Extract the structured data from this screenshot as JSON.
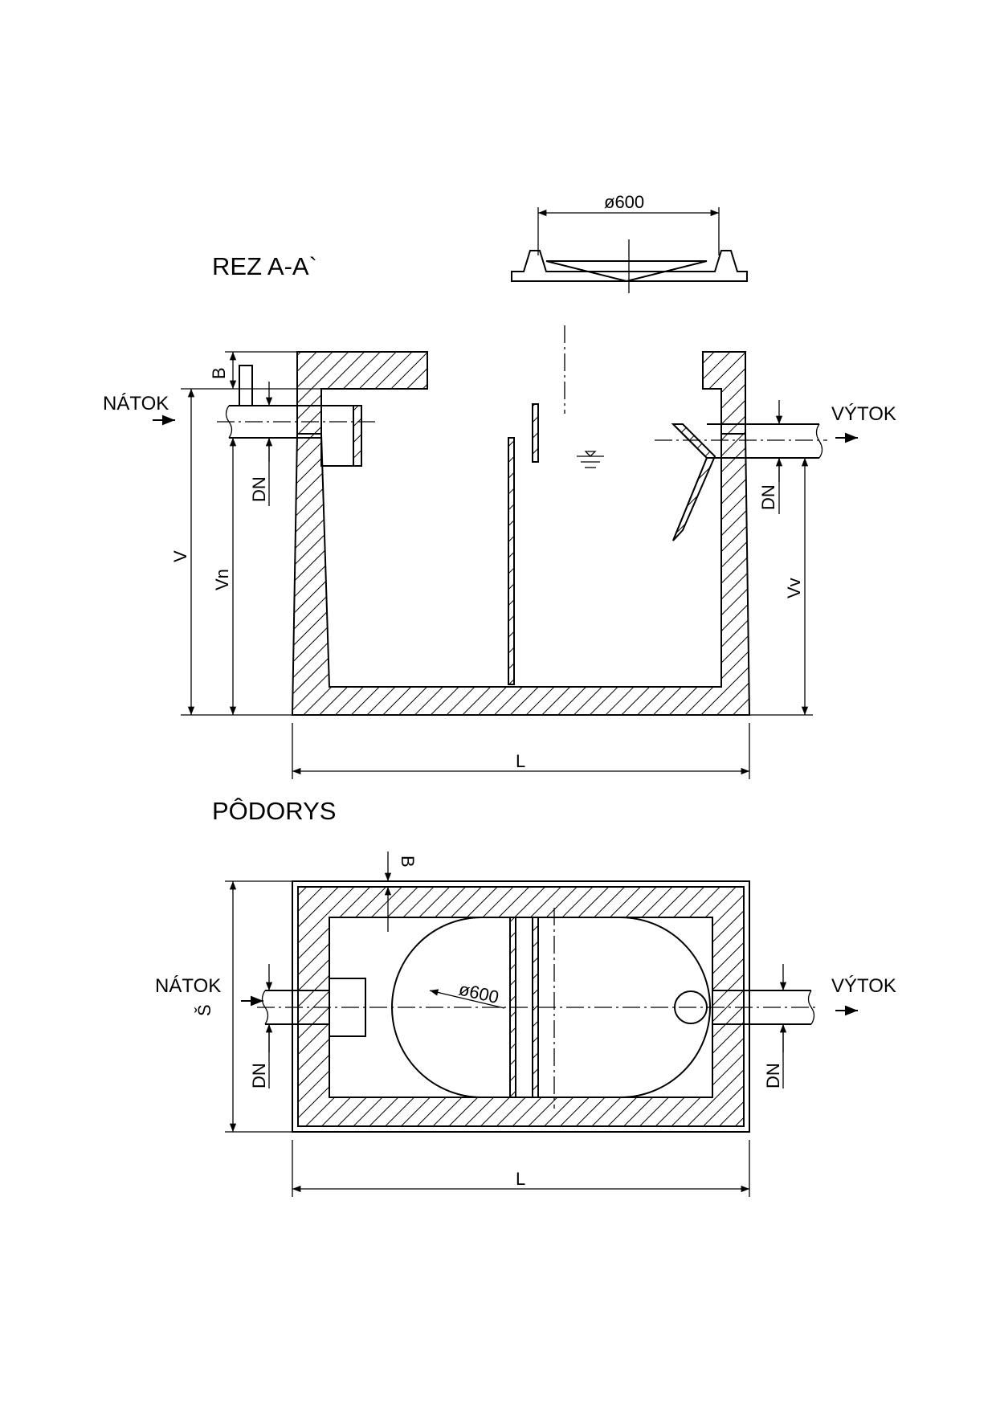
{
  "section": {
    "title": "REZ  A-A`",
    "cover_dim": "ø600",
    "inflow": "NÁTOK",
    "outflow": "VÝTOK",
    "b": "B",
    "dn_in": "DN",
    "dn_out": "DN",
    "v": "V",
    "vn": "Vn",
    "vv": "Vv",
    "length": "L"
  },
  "plan": {
    "title": "PÔDORYS",
    "inflow": "NÁTOK",
    "outflow": "VÝTOK",
    "b": "B",
    "s": "Š",
    "dn_in": "DN",
    "dn_out": "DN",
    "inner_dim": "ø600",
    "length": "L"
  }
}
